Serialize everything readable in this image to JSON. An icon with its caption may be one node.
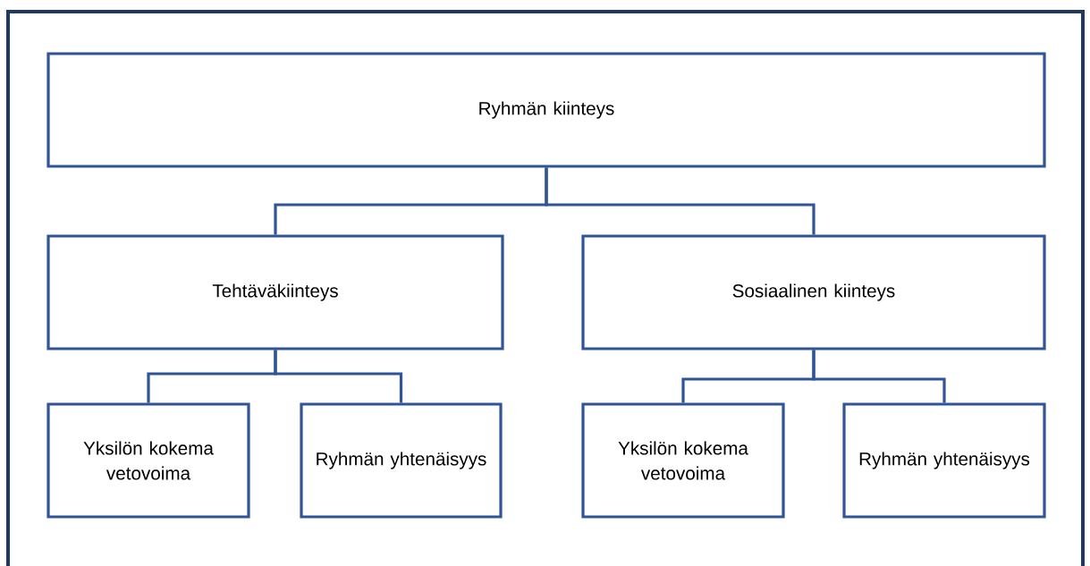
{
  "diagram": {
    "nodes": [
      {
        "text": [
          "Ryhmän kiinteys"
        ]
      },
      {
        "text": [
          "Tehtäväkiinteys"
        ]
      },
      {
        "text": [
          "Sosiaalinen kiinteys"
        ]
      },
      {
        "text": [
          "Yksilön kokema vetovoima"
        ]
      },
      {
        "text": [
          "Ryhmän yhtenäisyys"
        ]
      },
      {
        "text": [
          "Yksilön kokema vetovoima"
        ]
      },
      {
        "text": [
          "Ryhmän yhtenäisyys"
        ]
      }
    ],
    "edges": [
      {
        "from": 0,
        "to": 1,
        "arrow": "none"
      },
      {
        "from": 0,
        "to": 2,
        "arrow": "none"
      },
      {
        "from": 1,
        "to": 3,
        "arrow": "none"
      },
      {
        "from": 1,
        "to": 4,
        "arrow": "none"
      },
      {
        "from": 2,
        "to": 5,
        "arrow": "none"
      },
      {
        "from": 2,
        "to": 6,
        "arrow": "none"
      }
    ]
  }
}
